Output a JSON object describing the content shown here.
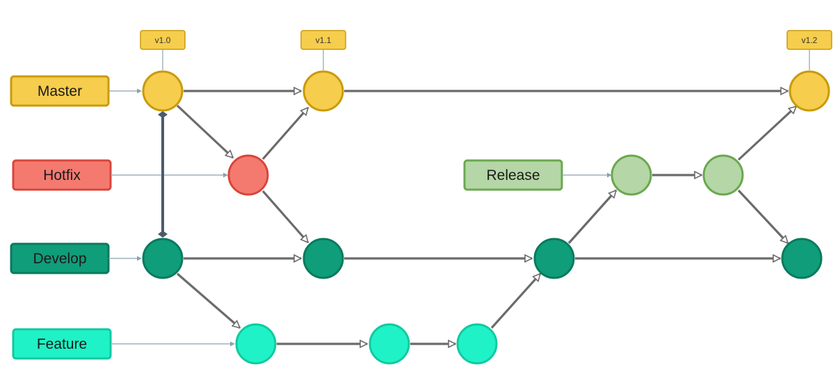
{
  "branches": [
    {
      "id": "master",
      "label": "Master",
      "fill": "#f6cd4c",
      "stroke": "#c99a0c"
    },
    {
      "id": "hotfix",
      "label": "Hotfix",
      "fill": "#f47a70",
      "stroke": "#d9453a"
    },
    {
      "id": "release",
      "label": "Release",
      "fill": "#b5d6a6",
      "stroke": "#6aa84f"
    },
    {
      "id": "develop",
      "label": "Develop",
      "fill": "#0f9d7a",
      "stroke": "#0b7a5d"
    },
    {
      "id": "feature",
      "label": "Feature",
      "fill": "#1ff2c6",
      "stroke": "#12c9a0"
    }
  ],
  "tags": [
    {
      "id": "v1_0",
      "label": "v1.0"
    },
    {
      "id": "v1_1",
      "label": "v1.1"
    },
    {
      "id": "v1_2",
      "label": "v1.2"
    }
  ],
  "colors": {
    "edge": "#6b6b6b",
    "pointer_line": "#8aa2b1",
    "sync_line": "#4b5b6a",
    "tag_fill": "#f6cd4c",
    "tag_stroke": "#c99a0c"
  }
}
